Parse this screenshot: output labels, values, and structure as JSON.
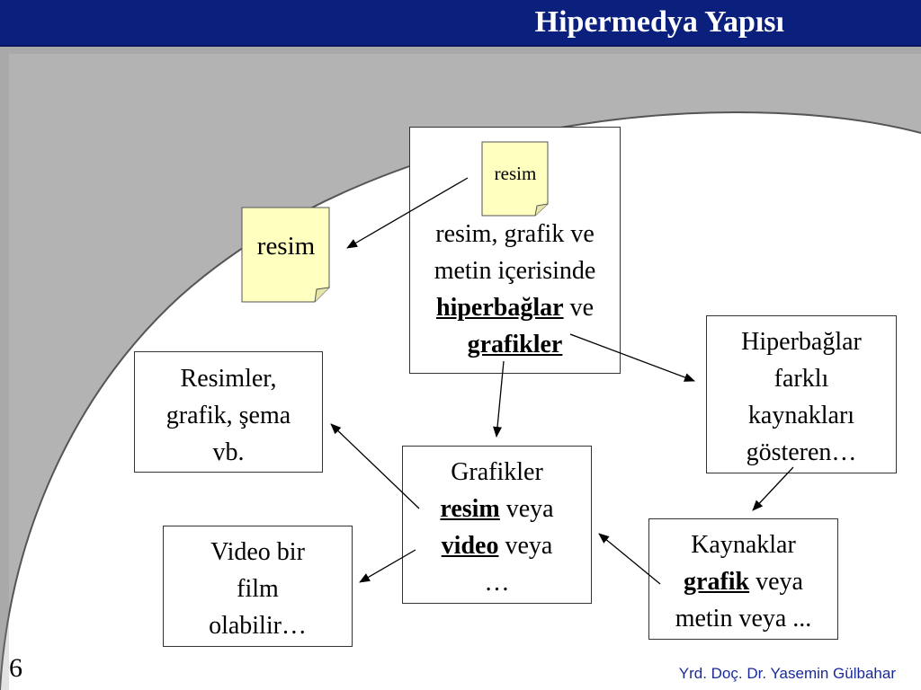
{
  "slide": {
    "title": "Hipermedya Yapısı",
    "page_number": "6",
    "author": "Yrd. Doç. Dr. Yasemin Gülbahar"
  },
  "notes": {
    "small": "resim",
    "large": "resim"
  },
  "boxes": {
    "center_top": {
      "line1": "resim, grafik ve",
      "line2": "metin içerisinde",
      "bold1": "hiperbağlar",
      "mid": " ve",
      "bold2": "grafikler"
    },
    "left_mid": {
      "line1": "Resimler,",
      "line2": "grafik, şema",
      "line3": "vb."
    },
    "right_top": {
      "line1": "Hiperbağlar",
      "line2": "farklı",
      "line3": "kaynakları",
      "line4": "gösteren…"
    },
    "center_bottom": {
      "line1": "Grafikler",
      "bold1": "resim",
      "after1": " veya",
      "bold2": "video",
      "after2": " veya",
      "line4": "…"
    },
    "left_bottom": {
      "line1": "Video bir",
      "line2": "film",
      "line3": "olabilir…"
    },
    "right_bottom": {
      "line1": "Kaynaklar",
      "bold1": "grafik",
      "after1": " veya",
      "line3": "metin veya ..."
    }
  },
  "colors": {
    "title_bar": "#0b1f7d",
    "note_fill": "#ffffc0",
    "background_arc": "#b3b3b3",
    "author_text": "#1a2a9a"
  }
}
